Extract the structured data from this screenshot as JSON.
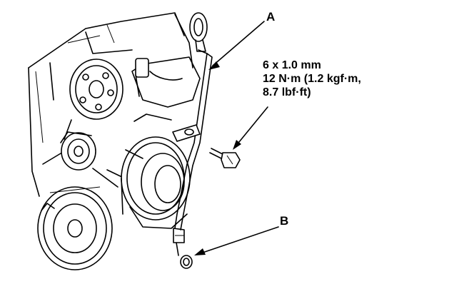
{
  "labels": {
    "a": "A",
    "b": "B"
  },
  "spec": {
    "line1": "6 x 1.0 mm",
    "line2": "12 N·m (1.2 kgf·m,",
    "line3": "8.7 lbf·ft)"
  }
}
